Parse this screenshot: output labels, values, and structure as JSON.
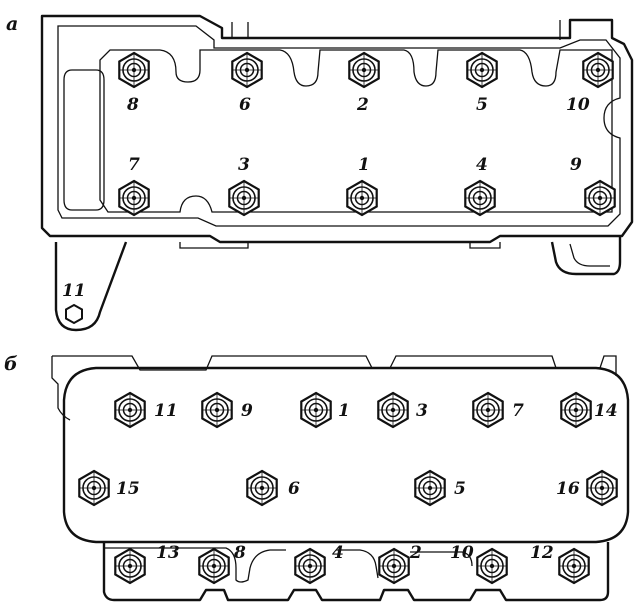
{
  "panel_a": {
    "label": "а",
    "bolts": [
      {
        "n": "8",
        "row": "top"
      },
      {
        "n": "6",
        "row": "top"
      },
      {
        "n": "2",
        "row": "top"
      },
      {
        "n": "5",
        "row": "top"
      },
      {
        "n": "10",
        "row": "top"
      },
      {
        "n": "7",
        "row": "bottom"
      },
      {
        "n": "3",
        "row": "bottom"
      },
      {
        "n": "1",
        "row": "bottom"
      },
      {
        "n": "4",
        "row": "bottom"
      },
      {
        "n": "9",
        "row": "bottom"
      }
    ],
    "extra_bolt": "11"
  },
  "panel_b": {
    "label": "б",
    "row1": [
      "11",
      "9",
      "1",
      "3",
      "7",
      "14"
    ],
    "row2": [
      "15",
      "6",
      "5",
      "16"
    ],
    "row3": [
      "13",
      "8",
      "4",
      "2",
      "10",
      "12"
    ]
  }
}
